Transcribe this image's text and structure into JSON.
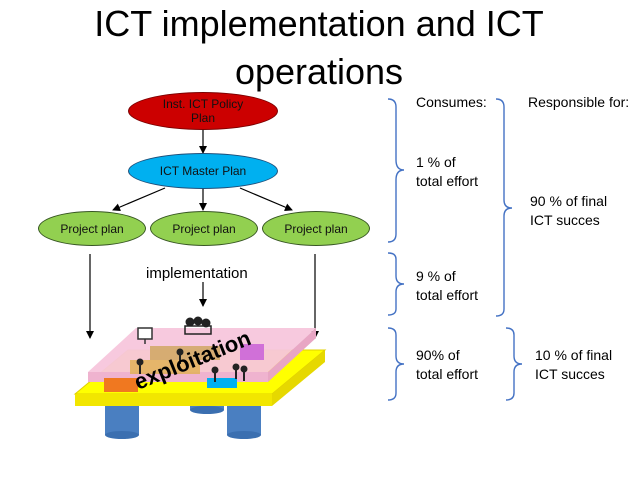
{
  "slide": {
    "title_line1": "ICT implementation and ICT",
    "title_line2": "operations"
  },
  "diagram": {
    "policy_plan": {
      "line1": "Inst. ICT Policy",
      "line2": "Plan"
    },
    "master_plan": "ICT Master Plan",
    "project_plans": [
      "Project plan",
      "Project plan",
      "Project plan"
    ],
    "implementation_label": "implementation",
    "exploitation_label": "exploitation"
  },
  "table": {
    "header_consumes": "Consumes:",
    "header_responsible": "Responsible for:",
    "consume_1": {
      "line1": "1 % of",
      "line2": "total effort"
    },
    "consume_2": {
      "line1": "9 % of",
      "line2": "total effort"
    },
    "consume_3": {
      "line1": "90% of",
      "line2": "total effort"
    },
    "responsible_1": {
      "line1": "90 % of final",
      "line2": "ICT succes"
    },
    "responsible_2": {
      "line1": "10 % of final",
      "line2": "ICT succes"
    }
  },
  "colors": {
    "policy_fill": "#cc0000",
    "master_fill": "#00b0f0",
    "project_fill": "#92d050",
    "bracket": "#4472c4",
    "platform_top": "#ffff00",
    "platform_pink": "#f7c6dc",
    "legs": "#4a7fc1"
  }
}
